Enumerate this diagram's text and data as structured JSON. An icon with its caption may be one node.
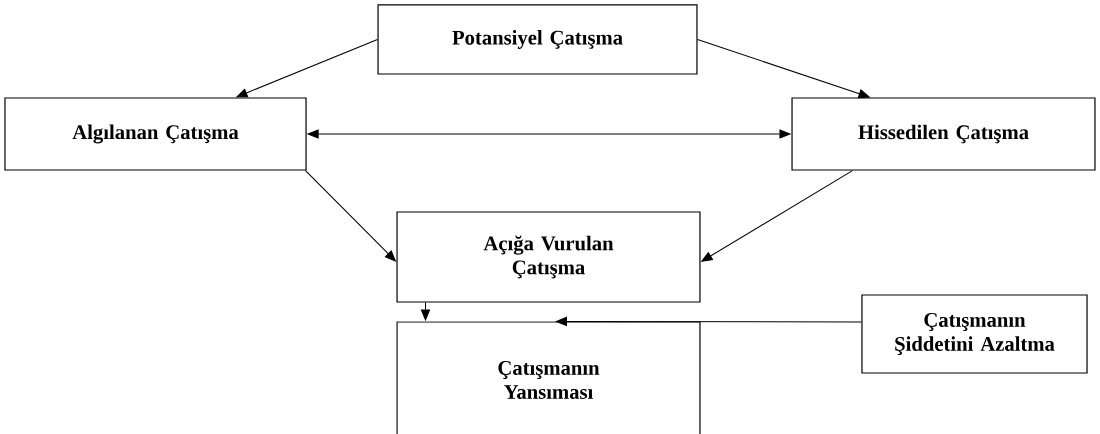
{
  "diagram": {
    "nodes": [
      {
        "text": [
          "Potansiyel Çatışma"
        ]
      },
      {
        "text": [
          "Algılanan Çatışma"
        ]
      },
      {
        "text": [
          "Hissedilen Çatışma"
        ]
      },
      {
        "text": [
          "Açığa Vurulan Çatışma"
        ]
      },
      {
        "text": [
          "Çatışmanın Şiddetini Azaltma"
        ]
      },
      {
        "text": [
          "Çatışmanın Yansıması"
        ]
      }
    ],
    "edges": [
      {
        "from": 0,
        "to": 1,
        "arrow": "to"
      },
      {
        "from": 0,
        "to": 2,
        "arrow": "to"
      },
      {
        "from": 1,
        "to": 2,
        "arrow": "both"
      },
      {
        "from": 1,
        "to": 3,
        "arrow": "to"
      },
      {
        "from": 2,
        "to": 3,
        "arrow": "to"
      },
      {
        "from": 3,
        "to": 5,
        "arrow": "to"
      },
      {
        "from": 4,
        "to": 5,
        "arrow": "to"
      }
    ]
  }
}
